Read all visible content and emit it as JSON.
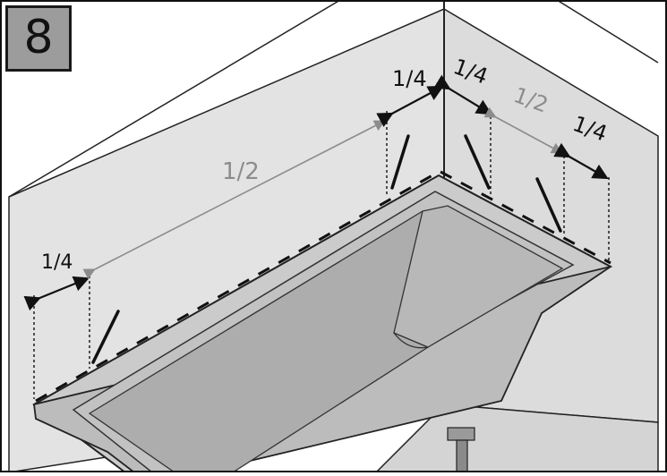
{
  "step": {
    "number": "8"
  },
  "dimensions": {
    "left_quarter": "1/4",
    "long_half": "1/2",
    "corner_quarter_a": "1/4",
    "corner_quarter_b": "1/4",
    "short_half": "1/2",
    "right_quarter": "1/4"
  },
  "colors": {
    "wall": "#e3e3e3",
    "wall_shadow": "#cfcfcf",
    "tub_rim": "#cbcbcb",
    "tub_inner": "#bdbdbd",
    "tub_basin": "#a9a9a9",
    "floor": "#d9d9d9",
    "outline": "#222222",
    "guide_grey": "#8c8c8c"
  },
  "icons": [
    "clip-icon",
    "dimension-arrow-icon",
    "drain-icon"
  ]
}
